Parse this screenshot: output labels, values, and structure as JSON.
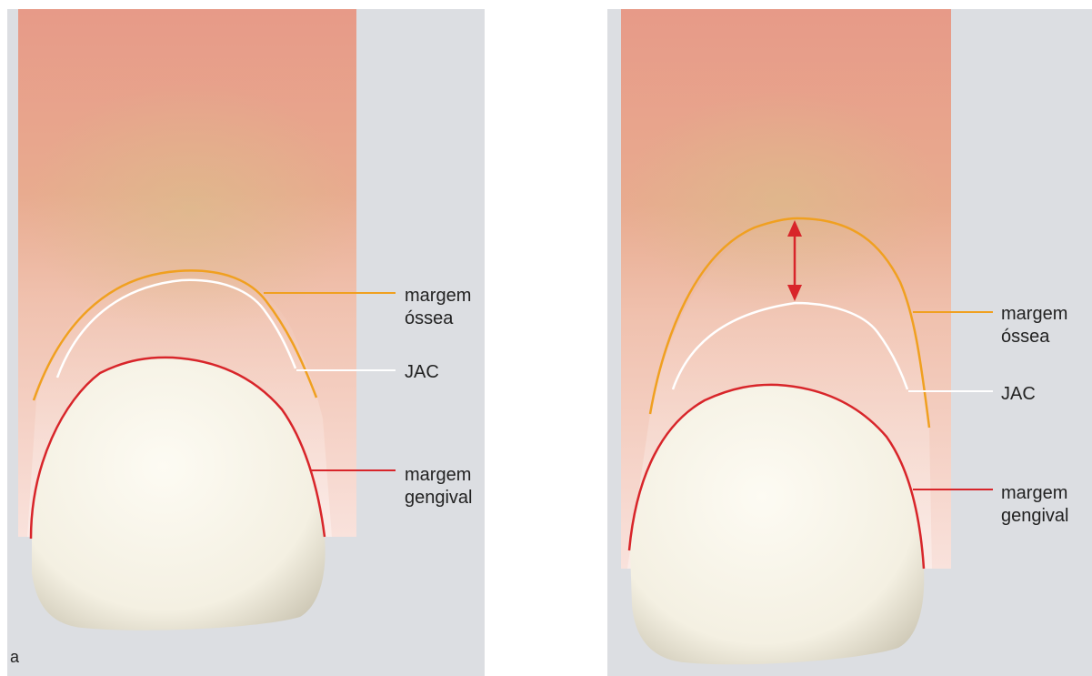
{
  "figure": {
    "panel_letter": "a",
    "colors": {
      "bone_margin": "#f0a020",
      "cej": "#ffffff",
      "gingival_margin": "#d8252a",
      "arrow": "#d8252a",
      "gingiva": "#e8a090",
      "background": "#dcdee2"
    }
  },
  "panels": [
    {
      "labels": {
        "bone_margin_line1": "margem",
        "bone_margin_line2": "óssea",
        "cej": "JAC",
        "gingival_line1": "margem",
        "gingival_line2": "gengival"
      }
    },
    {
      "labels": {
        "bone_margin_line1": "margem",
        "bone_margin_line2": "óssea",
        "cej": "JAC",
        "gingival_line1": "margem",
        "gingival_line2": "gengival"
      }
    }
  ]
}
